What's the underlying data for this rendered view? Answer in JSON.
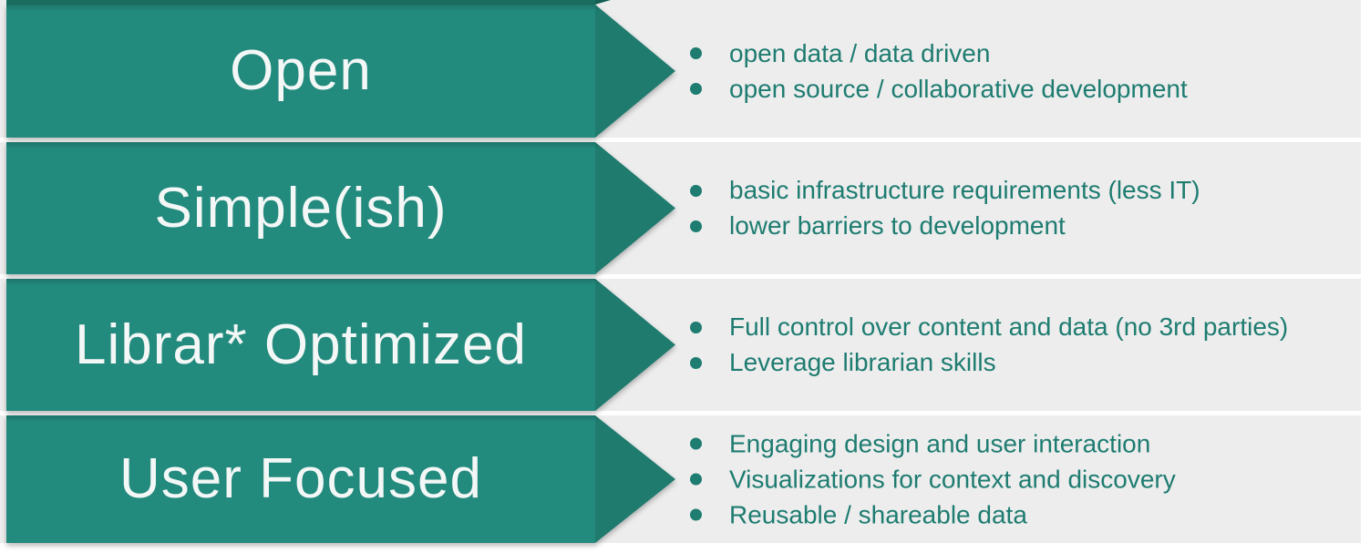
{
  "slide": {
    "rows": [
      {
        "label": "Open",
        "bullets": [
          "open data / data driven",
          "open source / collaborative development"
        ]
      },
      {
        "label": "Simple(ish)",
        "bullets": [
          "basic infrastructure requirements (less IT)",
          "lower barriers to development"
        ]
      },
      {
        "label": "Librar* Optimized",
        "bullets": [
          "Full control over content and data (no 3rd parties)",
          "Leverage librarian skills"
        ]
      },
      {
        "label": "User Focused",
        "bullets": [
          "Engaging design and user interaction",
          "Visualizations for context and discovery",
          "Reusable / shareable data"
        ]
      }
    ]
  },
  "colors": {
    "arrow_body": "#238a7e",
    "arrow_head": "#1f7b6e",
    "row_background": "#ededee",
    "bullet_text": "#1e7c70",
    "label_text": "#f3f7f6",
    "page_background": "#ffffff"
  }
}
